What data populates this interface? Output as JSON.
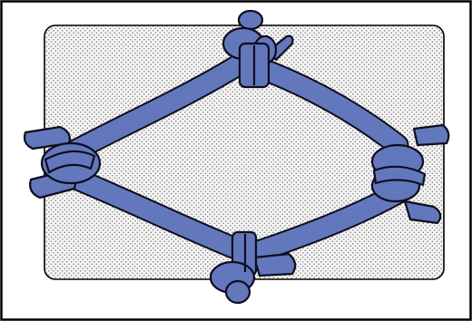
{
  "colors": {
    "frame": "#000000",
    "background": "#ffffff",
    "panel_fill": "#f4f4f4",
    "stipple": "#7a7a7a",
    "rope_fill": "#6378bc",
    "rope_outline": "#0d0d1e"
  },
  "illustration": {
    "subject": "rope-frame-with-knots",
    "knots": [
      "top-knot",
      "left-knot",
      "right-knot",
      "bottom-knot"
    ]
  }
}
